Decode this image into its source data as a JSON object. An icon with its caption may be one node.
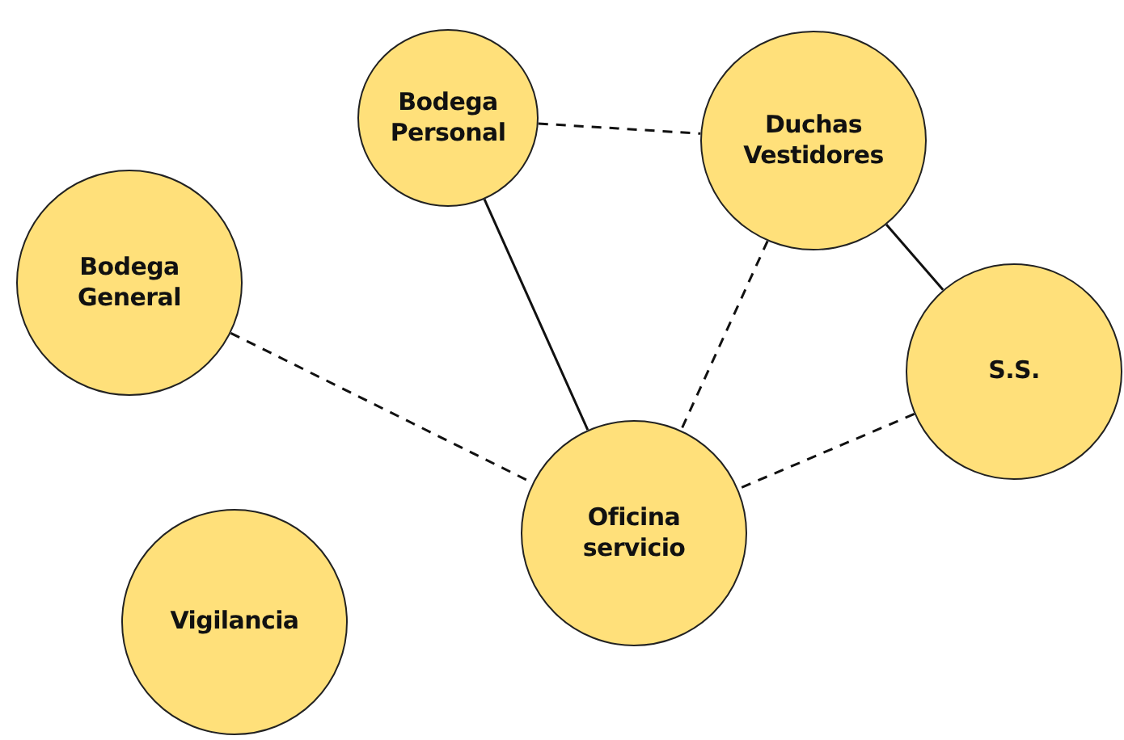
{
  "diagram": {
    "nodes": [
      {
        "text": [
          "Bodega Personal"
        ]
      },
      {
        "text": [
          "Duchas Vestidores"
        ]
      },
      {
        "text": [
          "Bodega General"
        ]
      },
      {
        "text": [
          "S.S."
        ]
      },
      {
        "text": [
          "Oficina servicio"
        ]
      },
      {
        "text": [
          "Vigilancia"
        ]
      }
    ],
    "edges": [
      {
        "from": 0,
        "to": 1,
        "arrow": "none",
        "style": "dashed"
      },
      {
        "from": 0,
        "to": 4,
        "arrow": "none"
      },
      {
        "from": 1,
        "to": 4,
        "arrow": "none",
        "style": "dashed"
      },
      {
        "from": 1,
        "to": 3,
        "arrow": "none"
      },
      {
        "from": 2,
        "to": 4,
        "arrow": "none",
        "style": "dashed"
      },
      {
        "from": 3,
        "to": 4,
        "arrow": "none",
        "style": "dashed"
      }
    ]
  }
}
